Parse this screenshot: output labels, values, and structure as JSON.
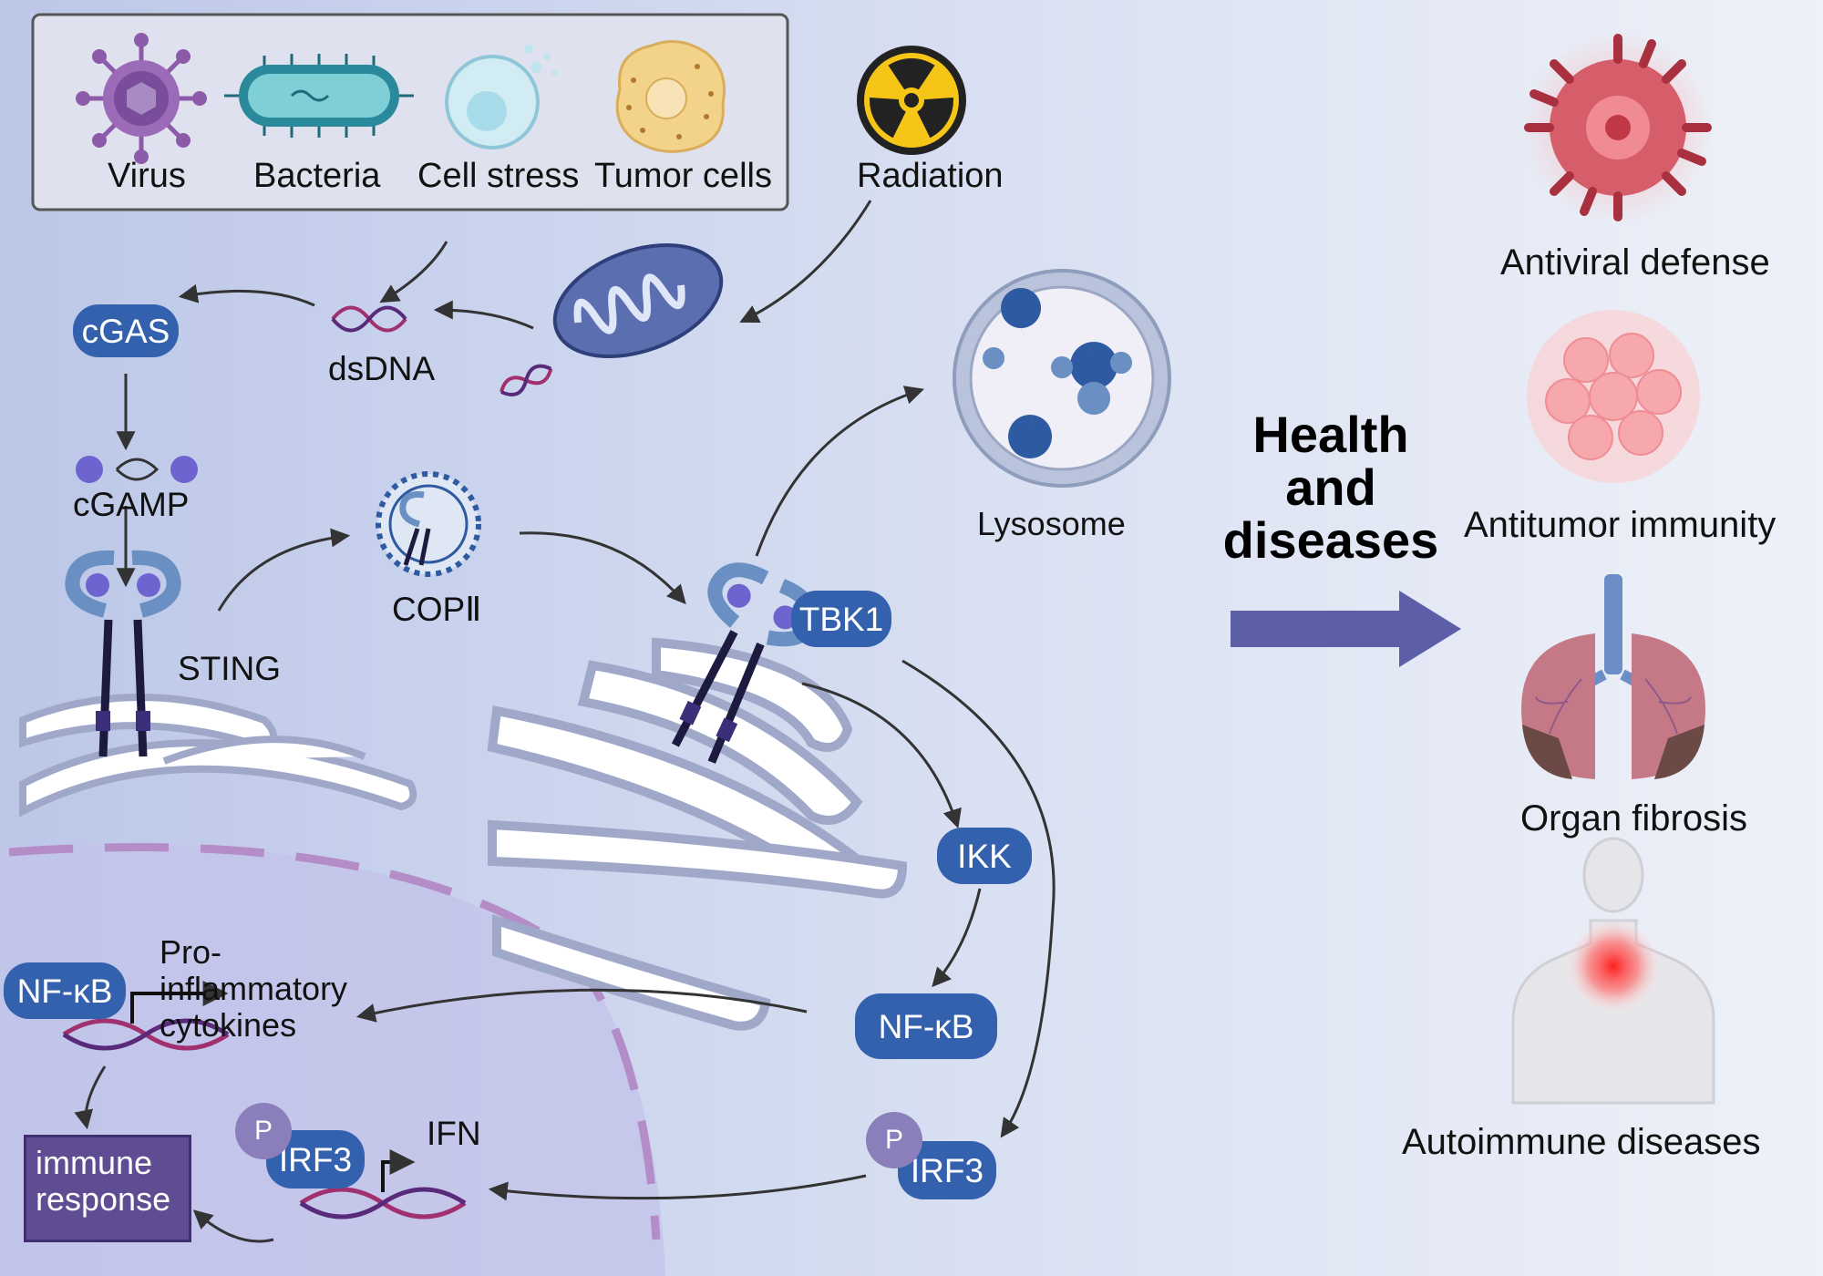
{
  "legend": {
    "triggers": [
      {
        "label": "Virus",
        "icon": "virus-icon"
      },
      {
        "label": "Bacteria",
        "icon": "bacteria-icon"
      },
      {
        "label": "Cell stress",
        "icon": "cell-stress-icon"
      },
      {
        "label": "Tumor cells",
        "icon": "tumor-cell-icon"
      }
    ],
    "radiation": {
      "label": "Radiation",
      "icon": "radiation-icon"
    }
  },
  "pathway": {
    "dsdna": "dsDNA",
    "cgas": "cGAS",
    "cgamp": "cGAMP",
    "sting": "STING",
    "copii": "COPⅡ",
    "lysosome": "Lysosome",
    "tbk1": "TBK1",
    "ikk": "IKK",
    "nfkb": "NF-κB",
    "irf3": "IRF3",
    "phospho": "P"
  },
  "nucleus": {
    "nfkb": "NF-κB",
    "cytokines_line1": "Pro-",
    "cytokines_line2": "inflammatory",
    "cytokines_line3": "cytokines",
    "irf3": "IRF3",
    "phospho": "P",
    "ifn": "IFN",
    "immune_line1": "immune",
    "immune_line2": "response"
  },
  "center": {
    "line1": "Health",
    "line2": "and",
    "line3": "diseases"
  },
  "outcomes": [
    {
      "label": "Antiviral defense",
      "icon": "virus-sphere-icon"
    },
    {
      "label": "Antitumor immunity",
      "icon": "tumor-sphere-icon"
    },
    {
      "label": "Organ fibrosis",
      "icon": "lungs-icon"
    },
    {
      "label": "Autoimmune diseases",
      "icon": "human-torso-icon"
    }
  ],
  "colors": {
    "protein": "#3461ad",
    "phospho": "#8a7fba",
    "arrow": "#5a5aa0",
    "immune_box": "#5f4c93"
  }
}
